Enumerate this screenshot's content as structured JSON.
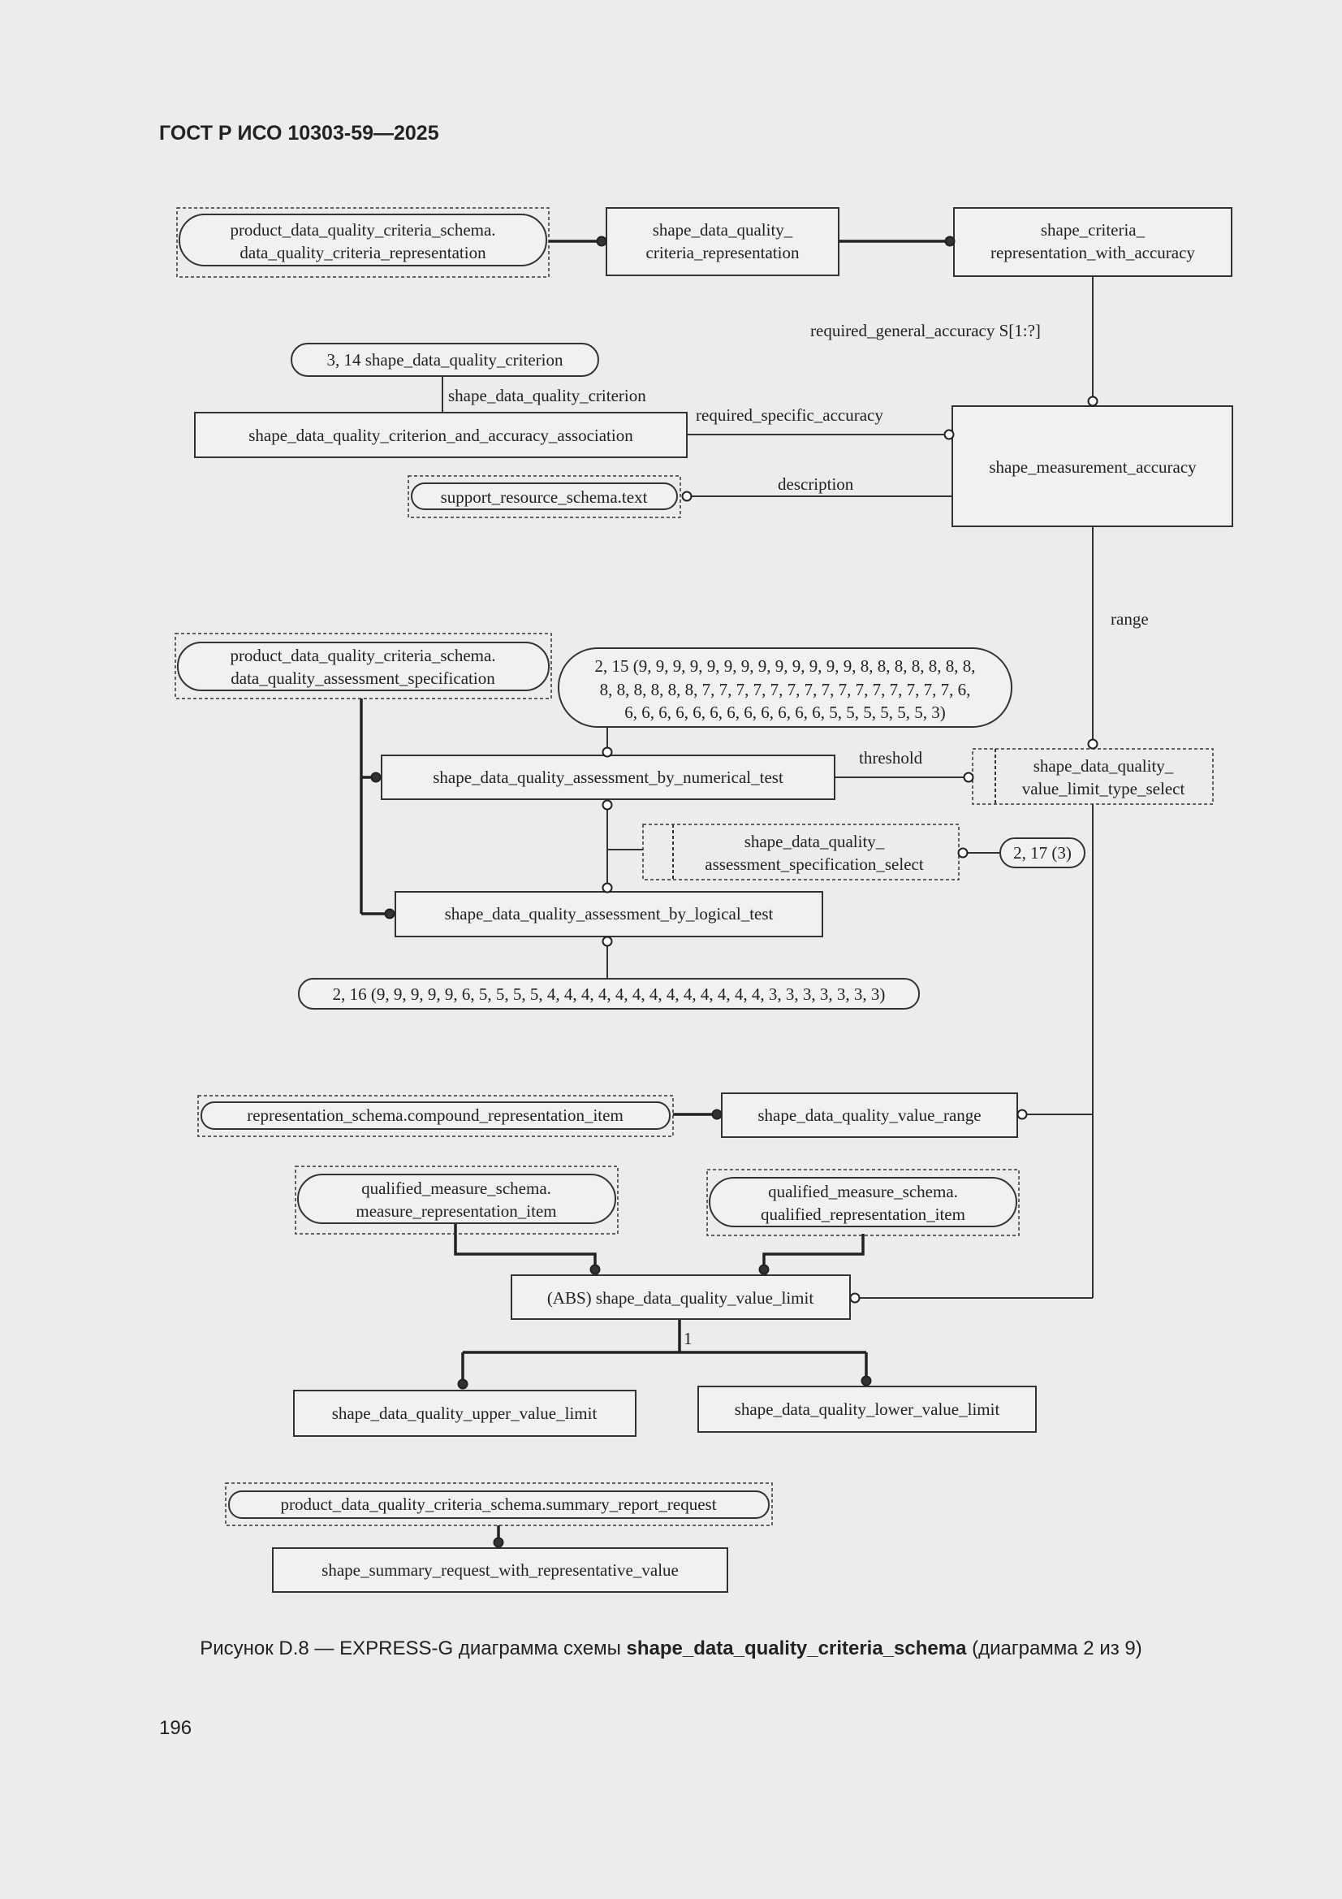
{
  "header": "ГОСТ Р ИСО 10303-59—2025",
  "nodes": {
    "pdqc_representation": [
      "product_data_quality_criteria_schema.",
      "data_quality_criteria_representation"
    ],
    "sdq_criteria_representation": [
      "shape_data_quality_",
      "criteria_representation"
    ],
    "shape_criteria_repr_accuracy": [
      "shape_criteria_",
      "representation_with_accuracy"
    ],
    "criterion_ref": "3, 14 shape_data_quality_criterion",
    "criterion_accuracy_assoc": "shape_data_quality_criterion_and_accuracy_association",
    "support_text": "support_resource_schema.text",
    "measurement_accuracy": "shape_measurement_accuracy",
    "pdqc_assessment_spec": [
      "product_data_quality_criteria_schema.",
      "data_quality_assessment_specification"
    ],
    "ref_15": [
      "2, 15 (9, 9, 9, 9, 9, 9, 9, 9, 9, 9, 9, 9, 9, 8, 8, 8, 8, 8, 8, 8,",
      "8, 8, 8, 8, 8, 8, 7, 7, 7, 7, 7, 7, 7, 7, 7, 7, 7, 7, 7, 7, 7, 6,",
      "6, 6, 6, 6, 6, 6, 6, 6, 6, 6, 6, 6, 5, 5, 5, 5, 5, 5, 3)"
    ],
    "numerical_test": "shape_data_quality_assessment_by_numerical_test",
    "value_limit_type_select": [
      "shape_data_quality_",
      "value_limit_type_select"
    ],
    "assessment_spec_select": [
      "shape_data_quality_",
      "assessment_specification_select"
    ],
    "ref_17": "2, 17 (3)",
    "logical_test": "shape_data_quality_assessment_by_logical_test",
    "ref_16": "2, 16 (9, 9, 9, 9, 9, 6, 5, 5, 5, 5, 4, 4, 4, 4, 4, 4, 4, 4, 4, 4, 4, 4, 4, 3, 3, 3, 3, 3, 3, 3)",
    "compound_repr_item": "representation_schema.compound_representation_item",
    "value_range": "shape_data_quality_value_range",
    "measure_repr_item": [
      "qualified_measure_schema.",
      "measure_representation_item"
    ],
    "qualified_repr_item": [
      "qualified_measure_schema.",
      "qualified_representation_item"
    ],
    "value_limit": "(ABS) shape_data_quality_value_limit",
    "upper_limit": "shape_data_quality_upper_value_limit",
    "lower_limit": "shape_data_quality_lower_value_limit",
    "summary_report_request": "product_data_quality_criteria_schema.summary_report_request",
    "summary_request_repr": "shape_summary_request_with_representative_value"
  },
  "edge_labels": {
    "required_general_accuracy": "required_general_accuracy S[1:?]",
    "shape_data_quality_criterion": "shape_data_quality_criterion",
    "required_specific_accuracy": "required_specific_accuracy",
    "description": "description",
    "range": "range",
    "threshold": "threshold",
    "one_of": "1"
  },
  "caption": {
    "prefix": "Рисунок D.8 — EXPRESS-G диаграмма схемы ",
    "schema": "shape_data_quality_criteria_schema",
    "suffix": " (диаграмма 2 из 9)"
  },
  "page_number": "196"
}
